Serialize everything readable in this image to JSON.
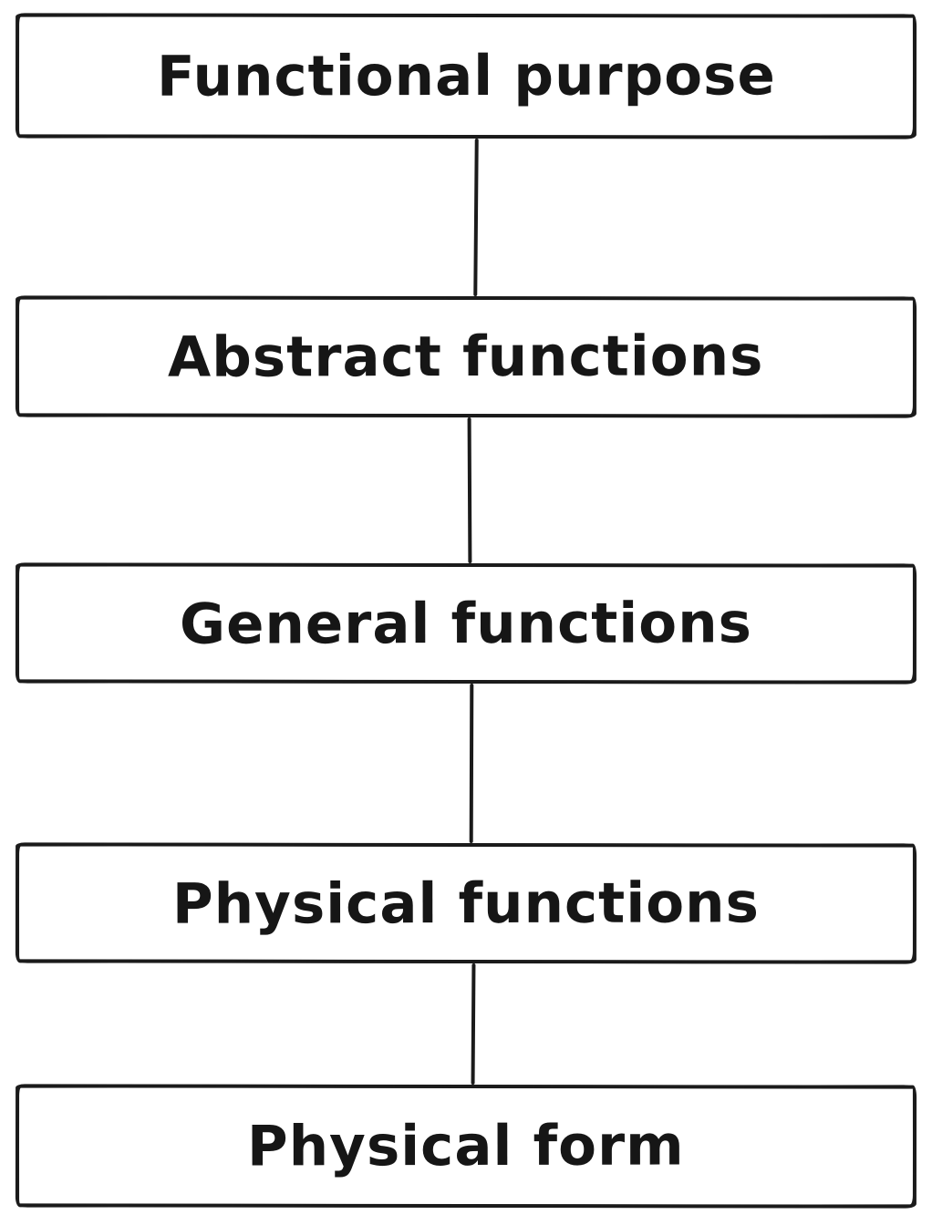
{
  "diagram": {
    "type": "hierarchy-flowchart",
    "style": "hand-drawn",
    "colors": {
      "stroke": "#1b1b1b",
      "fill": "#ffffff",
      "background": "#ffffff"
    },
    "levels": [
      {
        "label": "Functional purpose"
      },
      {
        "label": "Abstract functions"
      },
      {
        "label": "General functions"
      },
      {
        "label": "Physical functions"
      },
      {
        "label": "Physical form"
      }
    ],
    "connections": [
      {
        "from": 0,
        "to": 1
      },
      {
        "from": 1,
        "to": 2
      },
      {
        "from": 2,
        "to": 3
      },
      {
        "from": 3,
        "to": 4
      }
    ]
  }
}
